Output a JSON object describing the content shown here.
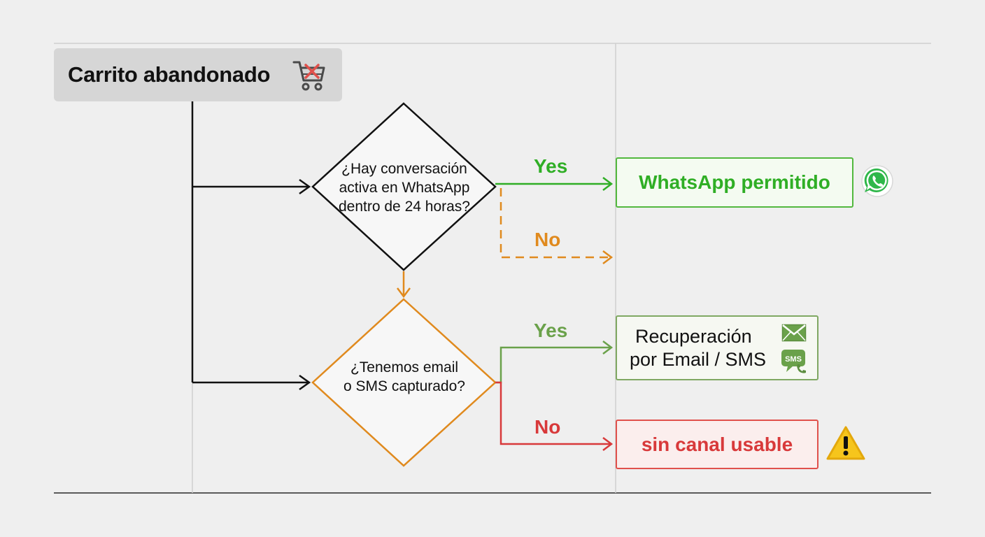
{
  "start": {
    "title": "Carrito abandonado",
    "icon": "cart-cross-icon"
  },
  "decision1": {
    "lines": [
      "¿Hay conversación",
      "activa en WhatsApp",
      "dentro de 24 horas?"
    ]
  },
  "decision2": {
    "lines": [
      "¿Tenemos email",
      "o SMS capturado?"
    ]
  },
  "branches": {
    "d1_yes": "Yes",
    "d1_no": "No",
    "d2_yes": "Yes",
    "d2_no": "No"
  },
  "outcomes": {
    "whatsapp": {
      "label": "WhatsApp permitido",
      "icon": "whatsapp-icon"
    },
    "recovery": {
      "line1": "Recuperación",
      "line2": "por Email / SMS",
      "icons": [
        "mail-icon",
        "sms-icon"
      ],
      "sms_text": "SMS"
    },
    "none": {
      "label": "sin canal usable",
      "icon": "warning-icon"
    }
  },
  "colors": {
    "yes_primary": "#2fae25",
    "no_primary": "#e08a1e",
    "yes_secondary": "#6aa14a",
    "no_secondary": "#d8393a",
    "neutral": "#111111"
  }
}
